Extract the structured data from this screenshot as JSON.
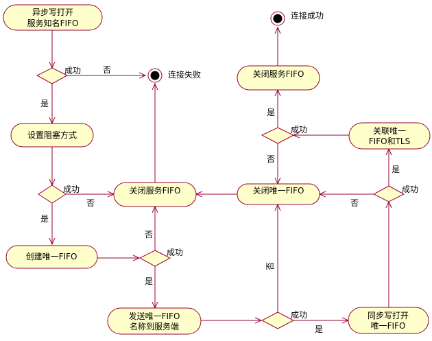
{
  "colors": {
    "node_fill": "#ffffcc",
    "line": "#990033",
    "text": "#000000",
    "end_dot": "#000000"
  },
  "nodes": {
    "async_open": [
      "异步写打开",
      "服务知名FIFO"
    ],
    "set_block": [
      "设置阻塞方式"
    ],
    "create_fifo": [
      "创建唯一FIFO"
    ],
    "send_name": [
      "发送唯一FIFO",
      "名称到服务端"
    ],
    "close_server_mid": [
      "关闭服务FIFO"
    ],
    "close_unique": [
      "关闭唯一FIFO"
    ],
    "sync_open": [
      "同步写打开",
      "唯一FIFO"
    ],
    "assoc": [
      "关联唯一",
      "FIFO和TLS"
    ],
    "close_server_top": [
      "关闭服务FIFO"
    ]
  },
  "terminals": {
    "fail": "连接失败",
    "success": "连接成功"
  },
  "labels": {
    "success": "成功",
    "yes": "是",
    "no": "否"
  }
}
